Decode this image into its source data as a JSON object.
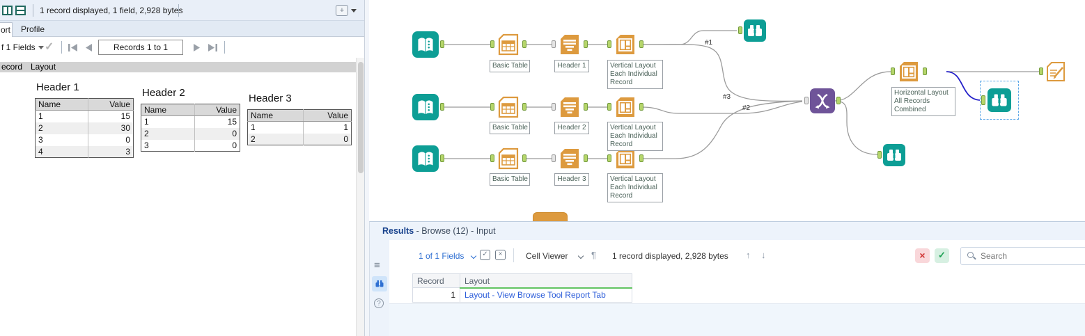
{
  "colors": {
    "tool_teal": "#0d9e95",
    "tool_orange": "#dd9a3e",
    "tool_purple": "#6f5499",
    "anchor_green": "#b5d56a",
    "wire_gray": "#9b9b9b",
    "wire_blue": "#2521c9",
    "selection_blue": "#5aa7e8",
    "link_blue": "#2b5cd9",
    "green_underline": "#62c462"
  },
  "icons": {
    "check": "✓",
    "close": "×",
    "arrow_up": "↑",
    "arrow_down": "↓",
    "pilcrow": "¶",
    "list": "≡",
    "question": "?",
    "window_plus": "+"
  },
  "left_panel": {
    "toolbar": {
      "status": "1 record displayed, 1 field, 2,928 bytes"
    },
    "tabs": [
      {
        "label": "ort"
      },
      {
        "label": "Profile"
      }
    ],
    "nav": {
      "fields_label": "f 1 Fields",
      "records_label": "Records 1 to 1"
    },
    "band": {
      "col1": "ecord",
      "col2": "Layout"
    },
    "report": {
      "tables": [
        {
          "title": "Header 1",
          "cols": [
            "Name",
            "Value"
          ],
          "rows": [
            [
              "1",
              "15"
            ],
            [
              "2",
              "30"
            ],
            [
              "3",
              "0"
            ],
            [
              "4",
              "3"
            ]
          ]
        },
        {
          "title": "Header 2",
          "cols": [
            "Name",
            "Value"
          ],
          "rows": [
            [
              "1",
              "15"
            ],
            [
              "2",
              "0"
            ],
            [
              "3",
              "0"
            ]
          ]
        },
        {
          "title": "Header 3",
          "cols": [
            "Name",
            "Value"
          ],
          "rows": [
            [
              "1",
              "1"
            ],
            [
              "2",
              "0"
            ]
          ]
        }
      ]
    }
  },
  "canvas": {
    "labels": {
      "basic_table": "Basic Table",
      "header1": "Header 1",
      "header2": "Header 2",
      "header3": "Header 3",
      "vertical_layout": [
        "Vertical Layout",
        "Each Individual",
        "Record"
      ],
      "horizontal_layout": [
        "Horizontal Layout",
        "All Records",
        "Combined"
      ]
    },
    "wire_labels": {
      "w1": "#1",
      "w2": "#2",
      "w3": "#3"
    }
  },
  "results": {
    "title_bold": "Results",
    "title_rest": " - Browse (12) - Input",
    "toolbar": {
      "fields": "1 of 1 Fields",
      "cell_viewer": "Cell Viewer",
      "status": "1 record displayed, 2,928 bytes",
      "search_placeholder": "Search"
    },
    "table": {
      "cols": [
        "Record",
        "Layout"
      ],
      "rows": [
        [
          "1",
          "Layout - View Browse Tool Report Tab"
        ]
      ]
    }
  }
}
